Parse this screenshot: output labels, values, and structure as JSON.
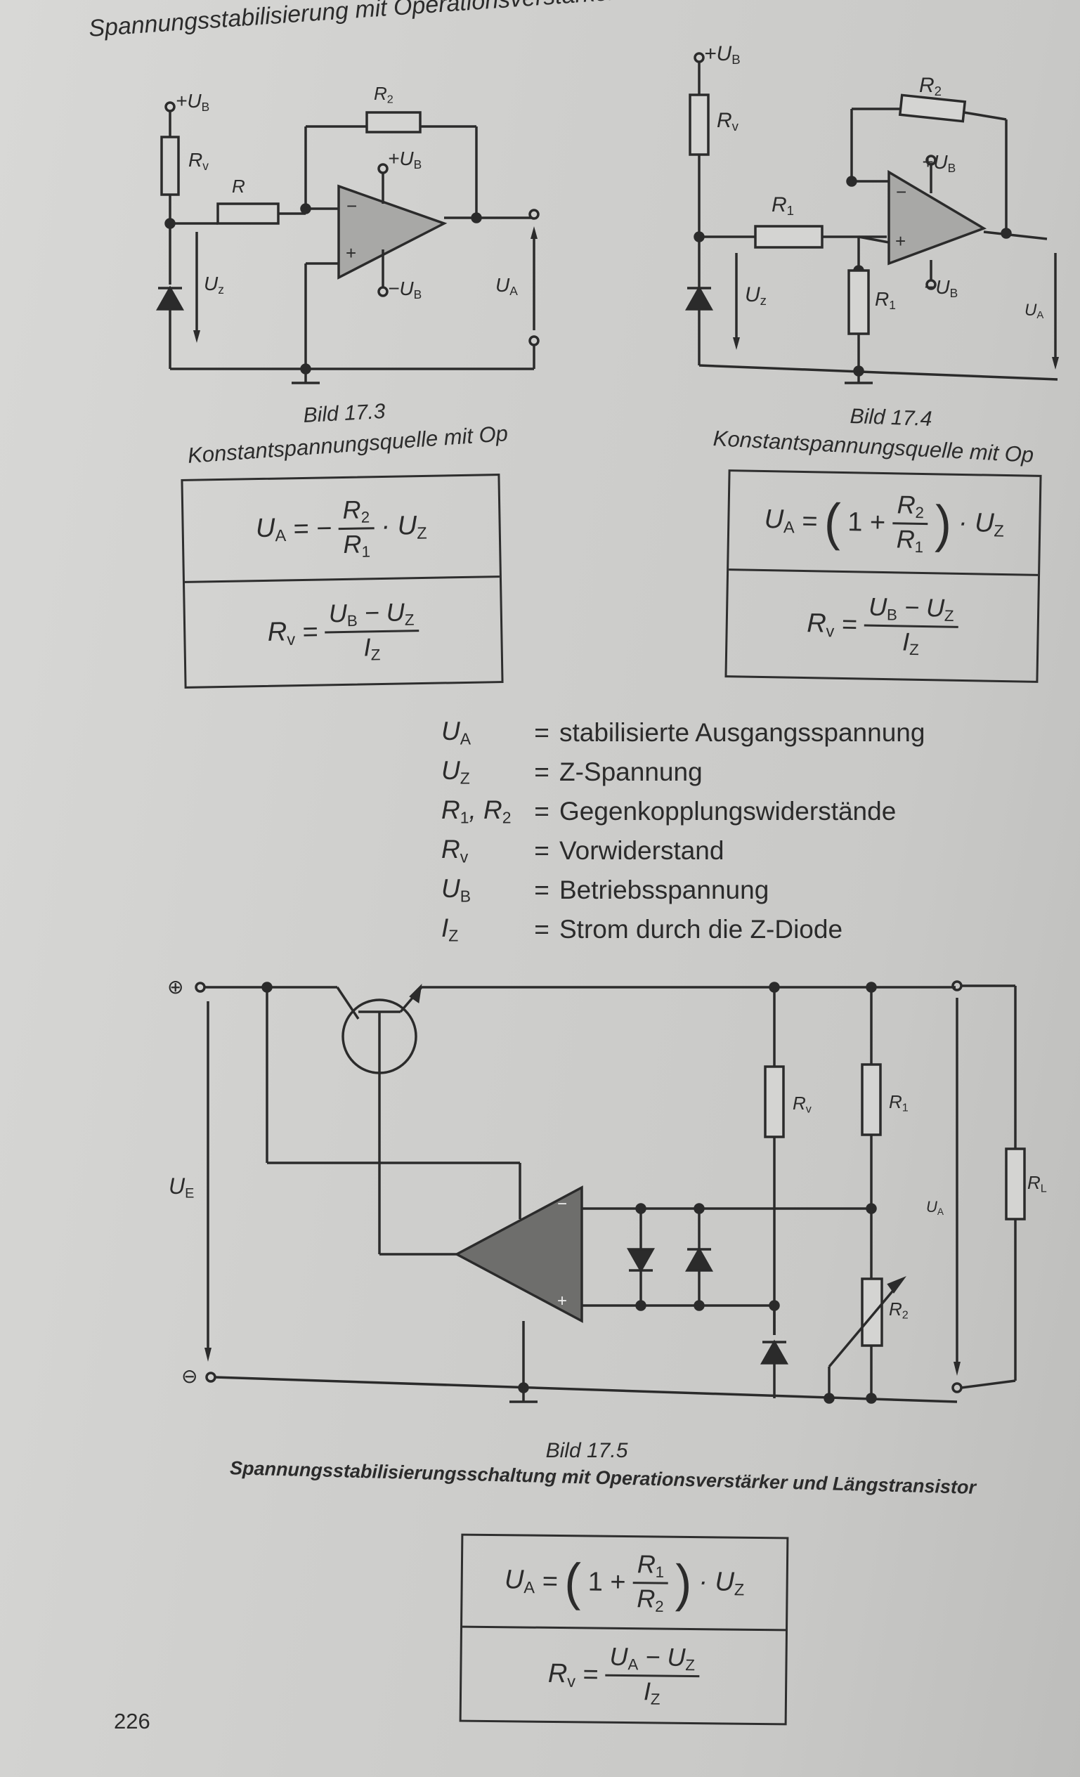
{
  "section_title": "Spannungsstabilisierung mit Operationsverstärker",
  "figures": {
    "fig1": {
      "label": "Bild 17.3",
      "caption": "Konstantspannungsquelle mit Op",
      "labels": {
        "ub_top": "+U",
        "ub_top_sub": "B",
        "rv": "R",
        "rv_sub": "v",
        "r1": "R",
        "r2": "R",
        "r2_sub": "2",
        "ub_op_plus": "+U",
        "ub_op_plus_sub": "B",
        "ub_op_minus": "−U",
        "ub_op_minus_sub": "B",
        "uz": "U",
        "uz_sub": "z",
        "ua": "U",
        "ua_sub": "A",
        "minus": "−",
        "plus": "+"
      }
    },
    "fig2": {
      "label": "Bild 17.4",
      "caption": "Konstantspannungsquelle mit Op",
      "labels": {
        "ub_top": "+U",
        "ub_top_sub": "B",
        "rv": "R",
        "rv_sub": "v",
        "r1": "R",
        "r1_sub": "1",
        "r1b": "R",
        "r1b_sub": "1",
        "r2": "R",
        "r2_sub": "2",
        "ub_op_plus": "+U",
        "ub_op_plus_sub": "B",
        "ub_op_minus": "−U",
        "ub_op_minus_sub": "B",
        "uz": "U",
        "uz_sub": "z",
        "ua": "U",
        "ua_sub": "A",
        "minus": "−",
        "plus": "+"
      }
    },
    "fig3": {
      "label": "Bild 17.5",
      "caption": "Spannungsstabilisierungsschaltung mit Operationsverstärker und Längstransistor",
      "labels": {
        "plus_terminal": "⊕",
        "minus_terminal": "⊖",
        "ue": "U",
        "ue_sub": "E",
        "ua": "U",
        "ua_sub": "A",
        "rv": "R",
        "rv_sub": "v",
        "r1": "R",
        "r1_sub": "1",
        "r2": "R",
        "r2_sub": "2",
        "rl": "R",
        "rl_sub": "L",
        "minus": "−",
        "plus": "+"
      }
    }
  },
  "formulas": {
    "box1": {
      "row1": {
        "lhs": "U",
        "lhs_sub": "A",
        "eq": "= −",
        "num": "R",
        "num_sub": "2",
        "den": "R",
        "den_sub": "1",
        "tail": "· U",
        "tail_sub": "Z"
      },
      "row2": {
        "lhs": "R",
        "lhs_sub": "v",
        "eq": "=",
        "num": "U",
        "num_sub": "B",
        "num_mid": " − U",
        "num_sub2": "Z",
        "den": "I",
        "den_sub": "Z"
      }
    },
    "box2": {
      "row1": {
        "lhs": "U",
        "lhs_sub": "A",
        "eq": "=",
        "open": "(",
        "one": "1 +",
        "num": "R",
        "num_sub": "2",
        "den": "R",
        "den_sub": "1",
        "close": ")",
        "tail": "· U",
        "tail_sub": "Z"
      },
      "row2": {
        "lhs": "R",
        "lhs_sub": "v",
        "eq": "=",
        "num": "U",
        "num_sub": "B",
        "num_mid": " − U",
        "num_sub2": "Z",
        "den": "I",
        "den_sub": "Z"
      }
    },
    "box3": {
      "row1": {
        "lhs": "U",
        "lhs_sub": "A",
        "eq": "=",
        "open": "(",
        "one": "1 +",
        "num": "R",
        "num_sub": "1",
        "den": "R",
        "den_sub": "2",
        "close": ")",
        "tail": "· U",
        "tail_sub": "Z"
      },
      "row2": {
        "lhs": "R",
        "lhs_sub": "v",
        "eq": "=",
        "num": "U",
        "num_sub": "A",
        "num_mid": " − U",
        "num_sub2": "Z",
        "den": "I",
        "den_sub": "Z"
      }
    }
  },
  "legend": [
    {
      "sym": "U",
      "sub": "A",
      "sym2": "",
      "sub2": "",
      "eq": "=",
      "desc": "stabilisierte Ausgangsspannung"
    },
    {
      "sym": "U",
      "sub": "Z",
      "sym2": "",
      "sub2": "",
      "eq": "=",
      "desc": "Z-Spannung"
    },
    {
      "sym": "R",
      "sub": "1",
      "sym2": ", R",
      "sub2": "2",
      "eq": "=",
      "desc": "Gegenkopplungswiderstände"
    },
    {
      "sym": "R",
      "sub": "v",
      "sym2": "",
      "sub2": "",
      "eq": "=",
      "desc": "Vorwiderstand"
    },
    {
      "sym": "U",
      "sub": "B",
      "sym2": "",
      "sub2": "",
      "eq": "=",
      "desc": "Betriebsspannung"
    },
    {
      "sym": "I",
      "sub": "Z",
      "sym2": "",
      "sub2": "",
      "eq": "=",
      "desc": "Strom durch die Z-Diode"
    }
  ],
  "page_number": "226"
}
